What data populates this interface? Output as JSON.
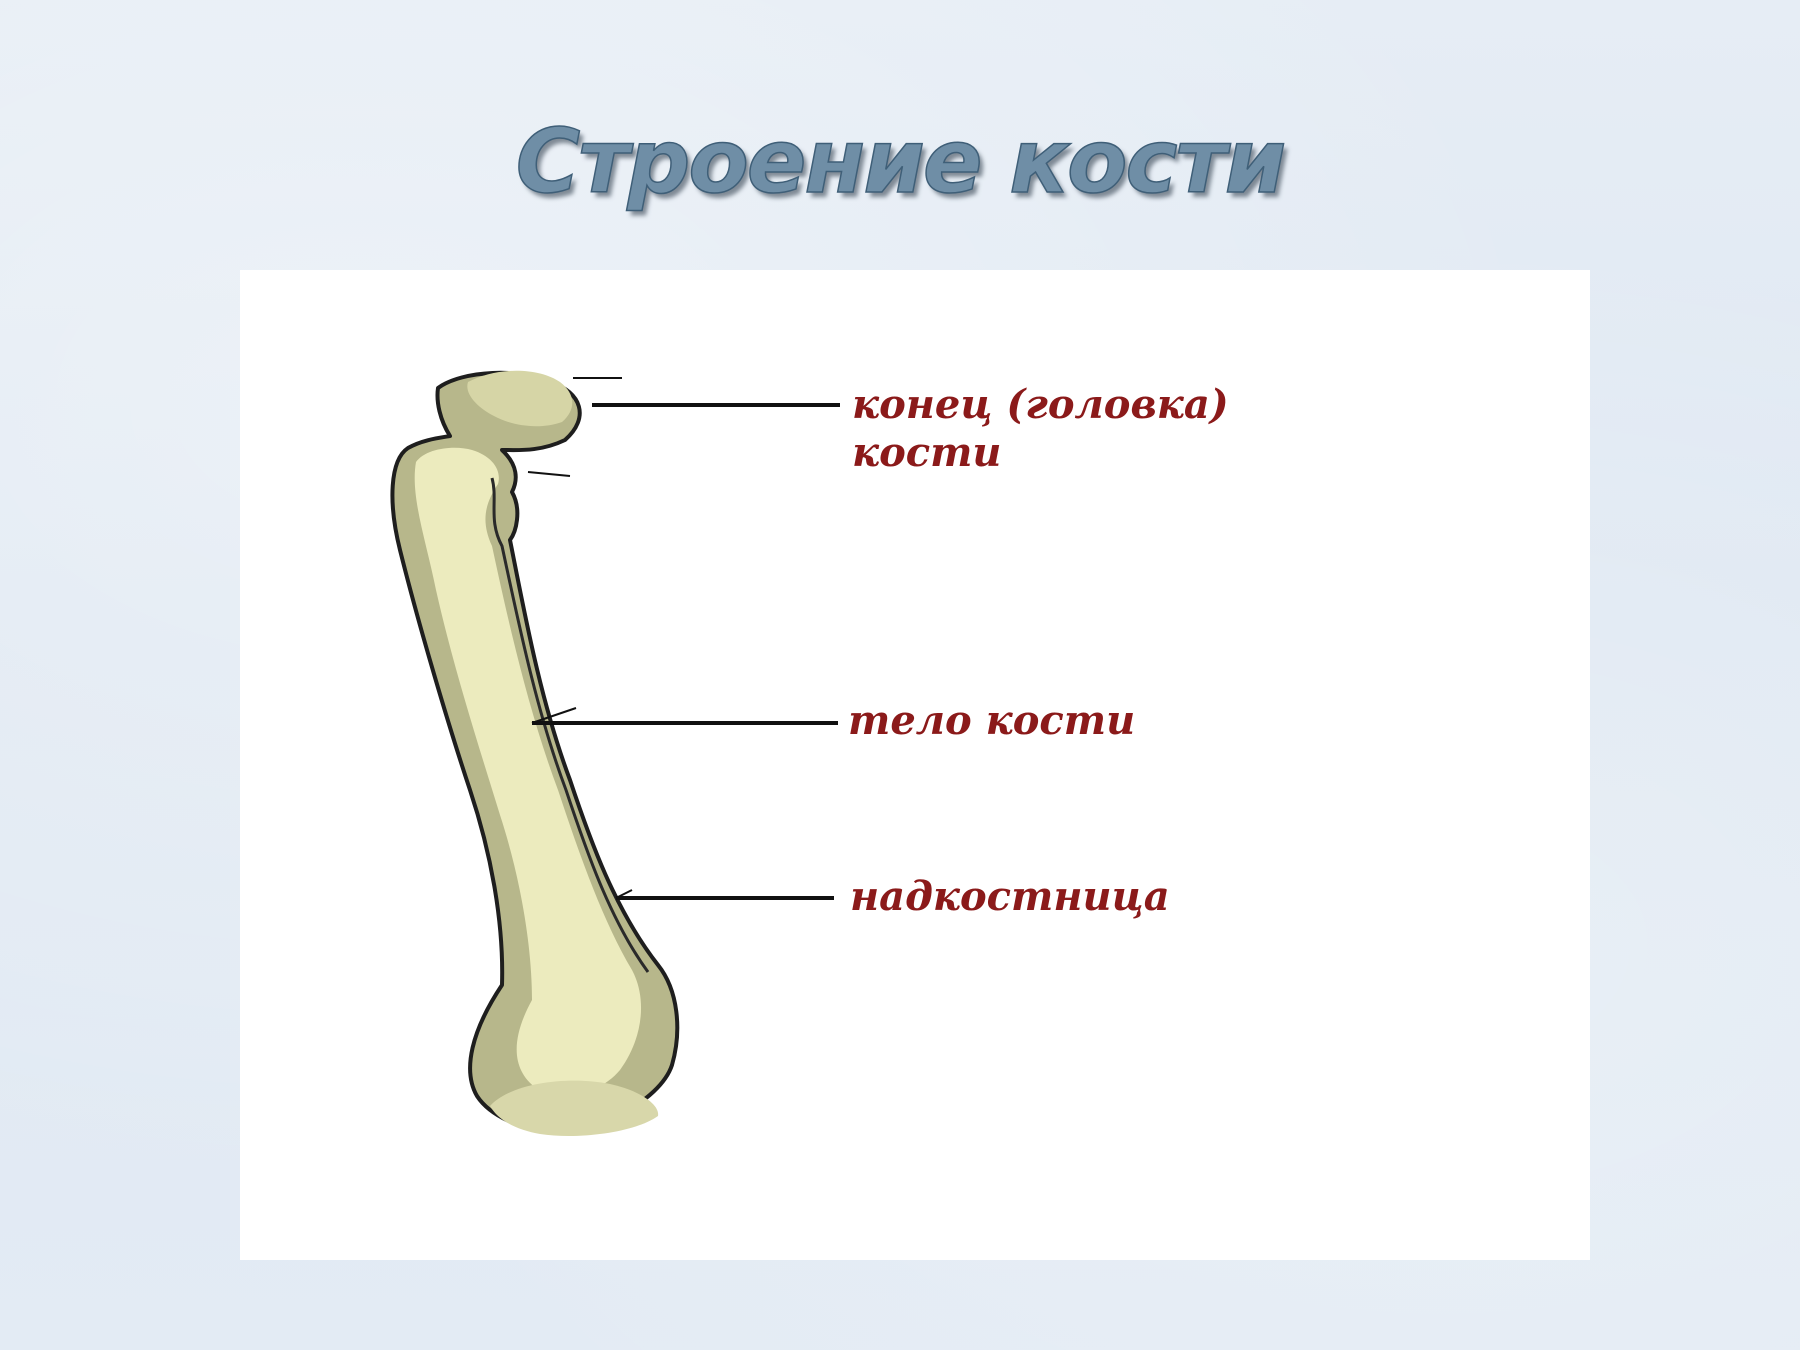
{
  "slide": {
    "title": "Строение кости"
  },
  "diagram": {
    "labels": {
      "head_line1": "конец (головка)",
      "head_line2": "кости",
      "body": "тело кости",
      "periosteum": "надкостница"
    }
  },
  "colors": {
    "title_fill": "#6f8ea6",
    "label_text": "#8b1a1a",
    "bone_outer": "#b8b88d",
    "bone_inner": "#ecebbd",
    "bone_outline": "#1e1e1e"
  }
}
